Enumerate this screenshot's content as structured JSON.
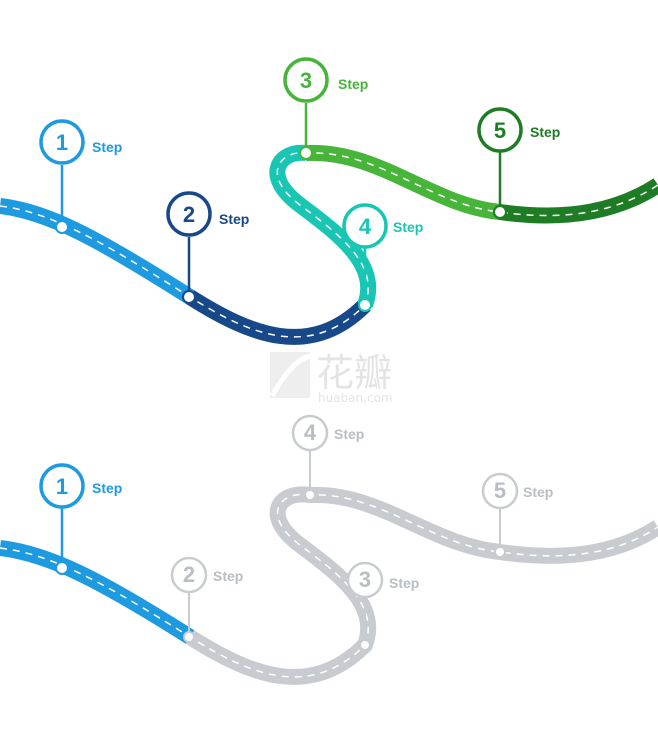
{
  "watermark": {
    "brand": "花瓣",
    "site": "huaban.com"
  },
  "step_word": "Step",
  "colors": {
    "blue": "#1e9be0",
    "navy": "#17498a",
    "teal": "#19c6b4",
    "green": "#47b43a",
    "dark_green": "#1e7d24",
    "gray": "#c8ccd0",
    "gray_text": "#b9bec3",
    "dash": "#ffffff"
  },
  "top_roadmap": {
    "steps": [
      {
        "number": "1",
        "label": "Step",
        "color": "#1e9be0"
      },
      {
        "number": "2",
        "label": "Step",
        "color": "#17498a"
      },
      {
        "number": "3",
        "label": "Step",
        "color": "#47b43a"
      },
      {
        "number": "4",
        "label": "Step",
        "color": "#19c6b4"
      },
      {
        "number": "5",
        "label": "Step",
        "color": "#1e7d24"
      }
    ]
  },
  "bottom_roadmap": {
    "steps": [
      {
        "number": "1",
        "label": "Step",
        "color": "#1e9be0",
        "active": true
      },
      {
        "number": "2",
        "label": "Step",
        "color": "#b9bec3",
        "active": false
      },
      {
        "number": "3",
        "label": "Step",
        "color": "#b9bec3",
        "active": false
      },
      {
        "number": "4",
        "label": "Step",
        "color": "#b9bec3",
        "active": false
      },
      {
        "number": "5",
        "label": "Step",
        "color": "#b9bec3",
        "active": false
      }
    ]
  }
}
